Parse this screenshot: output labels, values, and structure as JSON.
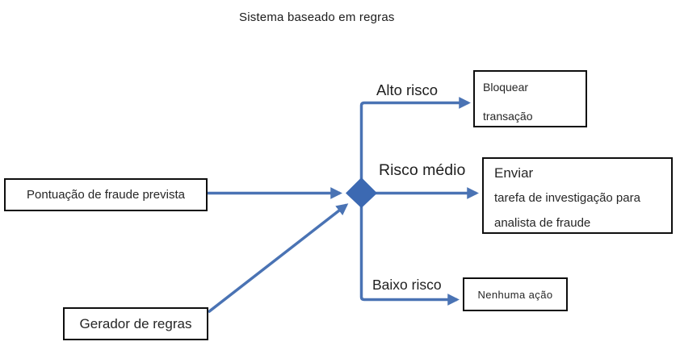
{
  "title": "Sistema baseado em regras",
  "diagram": {
    "input_nodes": [
      {
        "id": "pontuacao",
        "label": "Pontuação de fraude prevista"
      },
      {
        "id": "gerador",
        "label": "Gerador de regras"
      }
    ],
    "decision": {
      "shape": "diamond"
    },
    "branches": [
      {
        "label": "Alto risco",
        "target_lines": [
          "Bloquear",
          "transação"
        ]
      },
      {
        "label": "Risco médio",
        "target_lines": [
          "Enviar",
          "tarefa de investigação para",
          "analista de fraude"
        ]
      },
      {
        "label": "Baixo risco",
        "target_lines": [
          "Nenhuma ação"
        ]
      }
    ]
  },
  "colors": {
    "connector": "#4a73b4",
    "diamond": "#3c69b2",
    "box_border": "#0e0e0e"
  }
}
